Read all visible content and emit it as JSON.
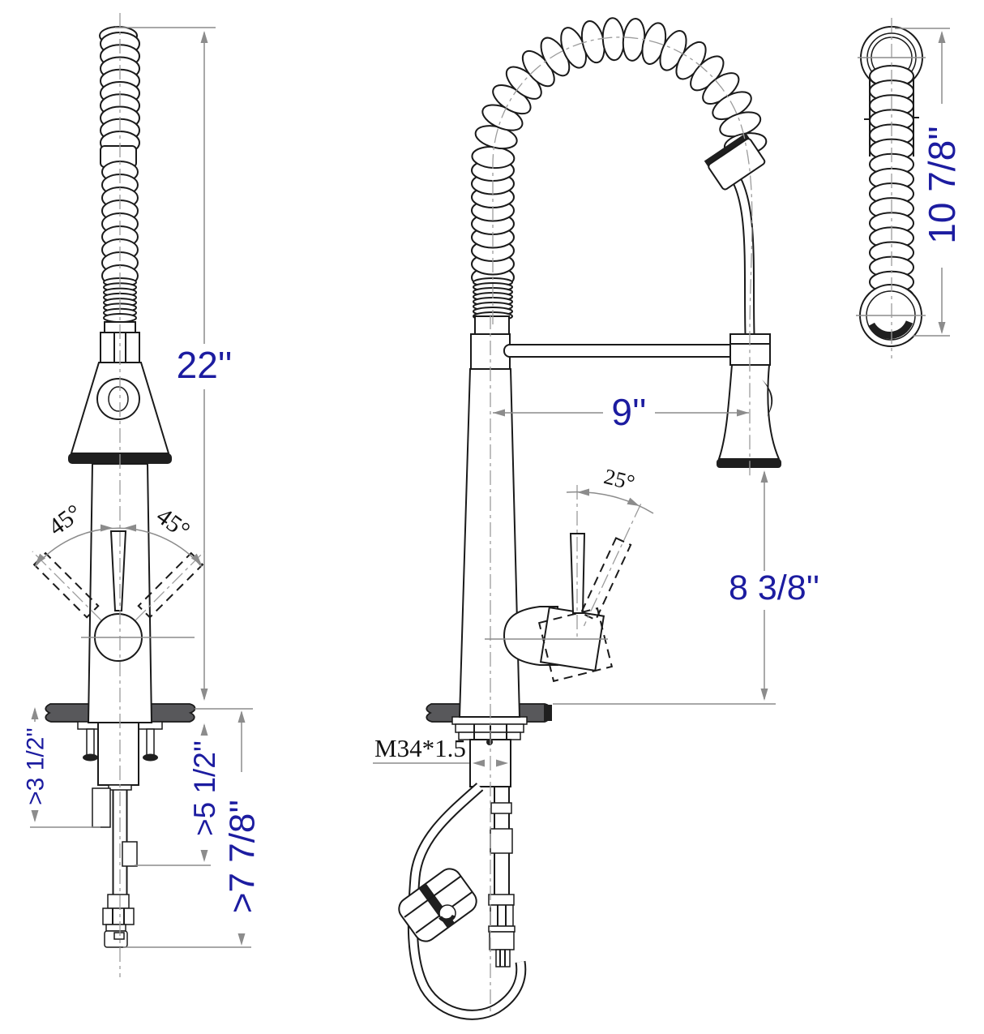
{
  "drawing": {
    "front_view": {
      "height": "22''",
      "swing_left": "45°",
      "swing_right": "45°",
      "clearance_side": ">3 1/2''",
      "clearance_mid": ">5 1/2''",
      "clearance_bottom": ">7 7/8''"
    },
    "side_view": {
      "reach": "9''",
      "tilt": "25°",
      "spout_height": "8 3/8''",
      "thread": "M34*1.5"
    },
    "top_view": {
      "spring_length": "10 7/8''"
    },
    "colors": {
      "dim_text": "#1c1ca0"
    }
  }
}
